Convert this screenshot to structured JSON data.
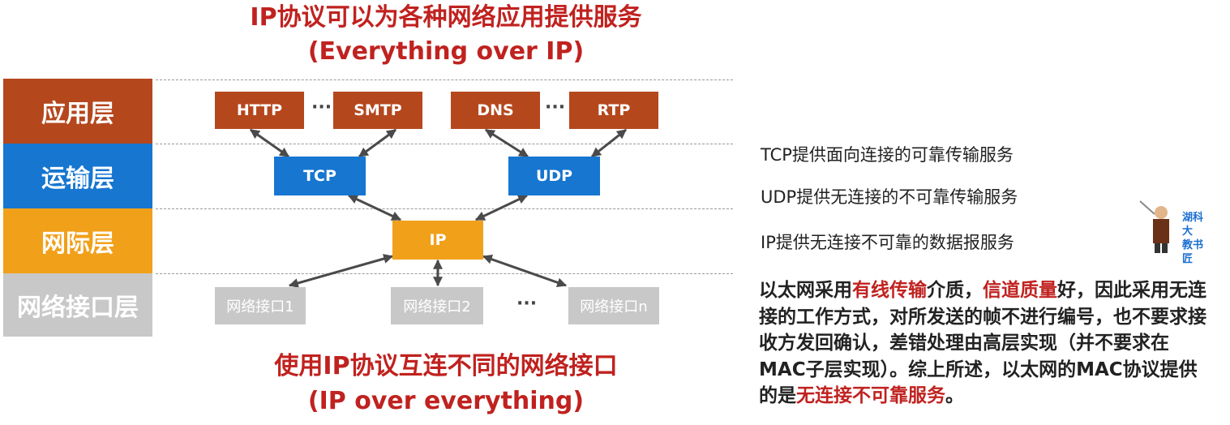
{
  "header": {
    "title_line1": "IP协议可以为各种网络应用提供服务",
    "title_line2": "(Everything over IP)"
  },
  "footer": {
    "title_line1": "使用IP协议互连不同的网络接口",
    "title_line2": "(IP over everything)"
  },
  "layers": {
    "application": "应用层",
    "transport": "运输层",
    "internet": "网际层",
    "network_interface": "网络接口层"
  },
  "protocols": {
    "http": "HTTP",
    "smtp": "SMTP",
    "dns": "DNS",
    "rtp": "RTP",
    "tcp": "TCP",
    "udp": "UDP",
    "ip": "IP",
    "ellipsis": "···"
  },
  "interfaces": {
    "if1": "网络接口1",
    "if2": "网络接口2",
    "ifn": "网络接口n",
    "ellipsis": "···"
  },
  "notes": {
    "tcp": "TCP提供面向连接的可靠传输服务",
    "udp": "UDP提供无连接的不可靠传输服务",
    "ip": "IP提供无连接不可靠的数据报服务"
  },
  "paragraph": {
    "p1": "以太网采用",
    "h1": "有线传输",
    "p2": "介质，",
    "h2": "信道质量",
    "p3": "好，因此采用无连接的工作方式，对所发送的帧不进行编号，也不要求接收方发回确认，差错处理由高层实现（并不要求在MAC子层实现）。综上所述，以太网的",
    "p4": "MAC协议提供的是",
    "h3": "无连接不可靠服务",
    "p5": "。"
  },
  "watermark": {
    "line1": "湖科大",
    "line2": "教书匠"
  },
  "colors": {
    "title_red": "#c0221f",
    "application": "#b5471d",
    "transport": "#1676d0",
    "internet": "#f1a01a",
    "network_interface": "#c8c8c8"
  }
}
